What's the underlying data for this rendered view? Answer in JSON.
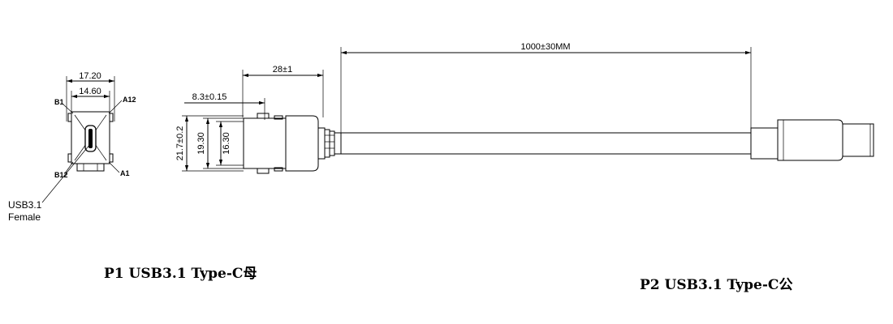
{
  "dimensions": {
    "p1_outer_width": "17.20",
    "p1_inner_width": "14.60",
    "p1_housing_length": "28±1",
    "p1_offset": "8.3±0.15",
    "p1_outer_height": "21.7±0.2",
    "p1_mid_height": "19.30",
    "p1_inner_height": "16.30",
    "cable_length": "1000±30MM"
  },
  "pins": {
    "top_left": "B1",
    "top_right": "A12",
    "bottom_left": "B12",
    "bottom_right": "A1"
  },
  "connector_note": {
    "line1": "USB3.1",
    "line2": "Female"
  },
  "labels": {
    "p1": "P1 USB3.1 Type-C母",
    "p2": "P2 USB3.1 Type-C公"
  }
}
